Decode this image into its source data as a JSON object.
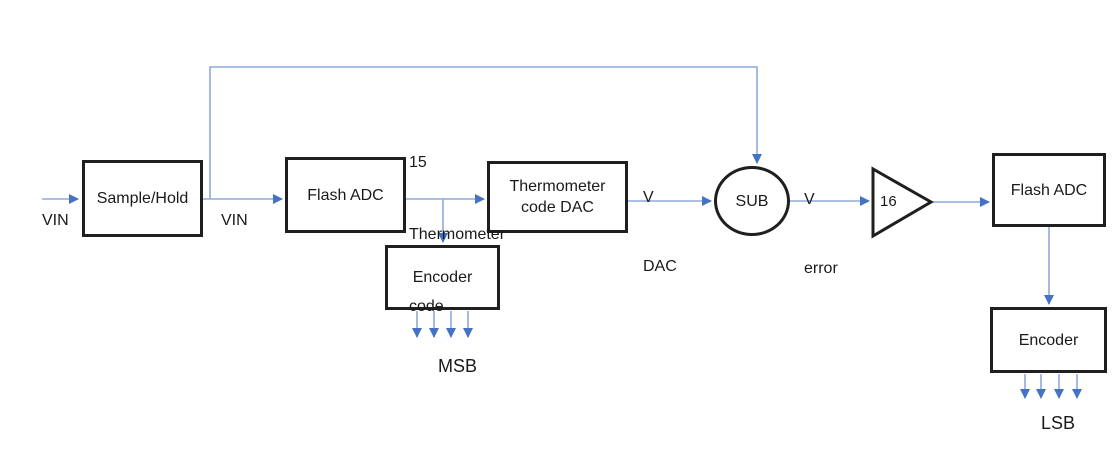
{
  "blocks": {
    "sample_hold": {
      "label": "Sample/Hold"
    },
    "flash_adc_1": {
      "label": "Flash ADC"
    },
    "therm_dac": {
      "line1": "Thermometer",
      "line2": "code DAC"
    },
    "encoder_1": {
      "label": "Encoder"
    },
    "subtractor": {
      "label": "SUB"
    },
    "gain_amp": {
      "label": "16"
    },
    "flash_adc_2": {
      "label": "Flash ADC"
    },
    "encoder_2": {
      "label": "Encoder"
    }
  },
  "labels": {
    "vin_input": "VIN",
    "vin_held": "VIN",
    "therm_code": {
      "line1": "15",
      "line2": "Thermometer",
      "line3": "code"
    },
    "v_dac": {
      "line1": "V",
      "line2": "DAC"
    },
    "v_error": {
      "line1": "V",
      "line2": "error"
    },
    "msb": "MSB",
    "lsb": "LSB"
  },
  "colors": {
    "wire": "#8faadc",
    "arrowhead": "#4472c4",
    "box_border": "#1f1f1f",
    "background": "#ffffff"
  }
}
